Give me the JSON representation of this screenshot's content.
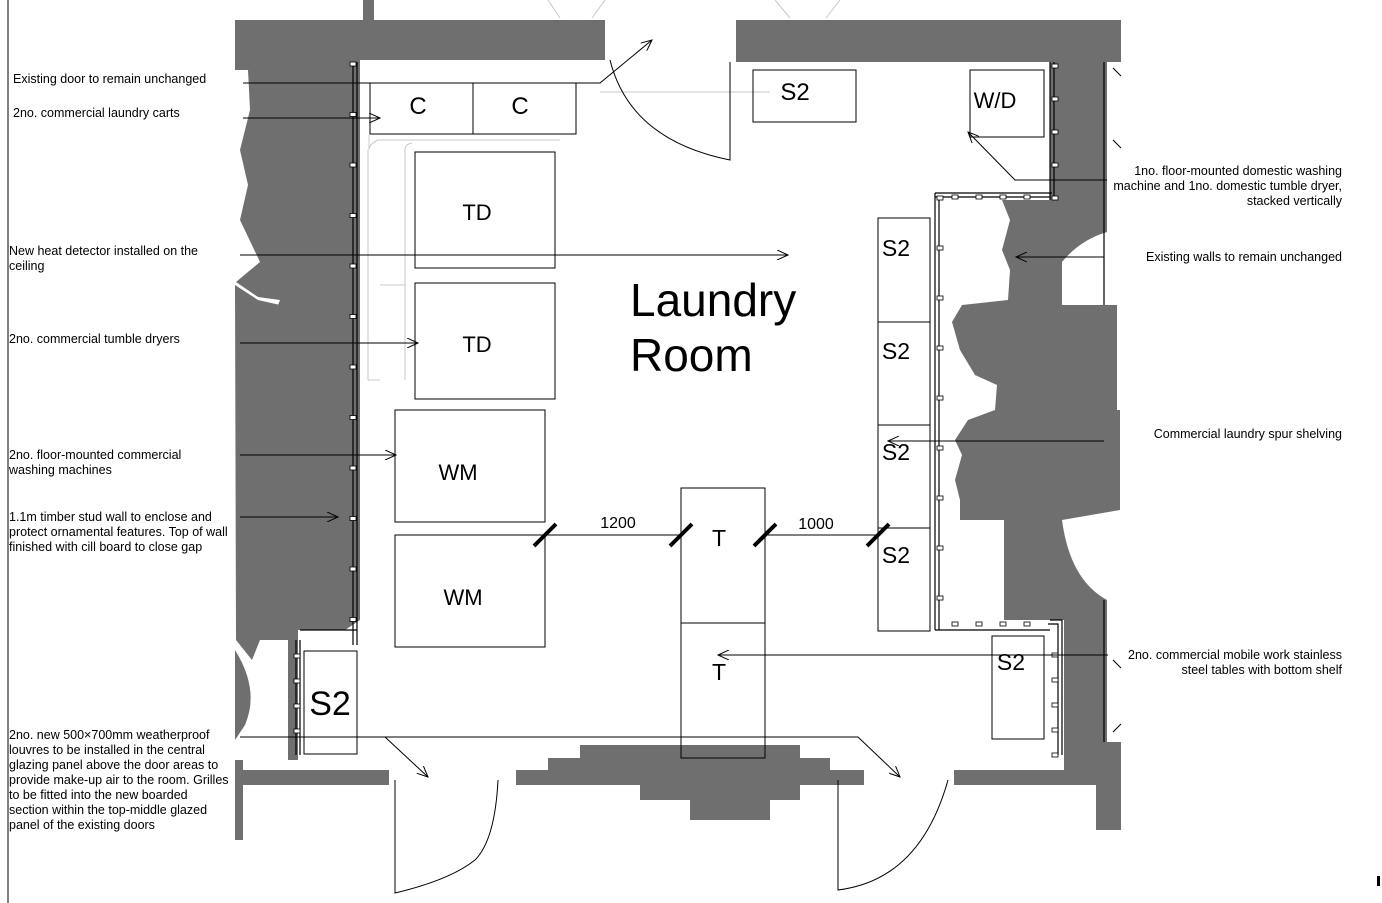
{
  "room_title": [
    "Laundry",
    "Room"
  ],
  "equipment": {
    "cart_1": "C",
    "cart_2": "C",
    "shelf_top": "S2",
    "stacked_washer_dryer": "W/D",
    "dryer_1": "TD",
    "dryer_2": "TD",
    "washer_1": "WM",
    "washer_2": "WM",
    "shelf_right_1": "S2",
    "shelf_right_2": "S2",
    "shelf_right_3": "S2",
    "shelf_right_4": "S2",
    "shelf_bottom_left": "S2",
    "shelf_bottom_right": "S2",
    "table_1": "T",
    "table_2": "T"
  },
  "dimensions": {
    "gap_left": "1200",
    "gap_right": "1000"
  },
  "annotations_left": {
    "existing_door": [
      "Existing door to remain unchanged"
    ],
    "laundry_carts": [
      "2no. commercial laundry carts"
    ],
    "heat_detector": [
      "New heat detector installed on the",
      "ceiling"
    ],
    "tumble_dryers": [
      "2no. commercial tumble dryers"
    ],
    "washing_machines": [
      "2no. floor-mounted commercial",
      "washing machines"
    ],
    "stud_wall": [
      "1.1m timber stud wall to enclose and",
      "protect ornamental features. Top of wall",
      "finished with cill board to close gap"
    ],
    "louvres": [
      "2no. new 500×700mm weatherproof",
      "louvres to be installed in the central",
      "glazing panel above the door areas to",
      "provide make-up air to the room. Grilles",
      "to be fitted into the new boarded",
      "section within the top-middle glazed",
      "panel of the existing doors"
    ]
  },
  "annotations_right": {
    "domestic_stack": [
      "1no. floor-mounted domestic washing",
      "machine and 1no. domestic tumble dryer,",
      "stacked vertically"
    ],
    "existing_walls": [
      "Existing walls to remain unchanged"
    ],
    "spur_shelving": [
      "Commercial laundry spur shelving"
    ],
    "work_tables": [
      "2no. commercial mobile work stainless",
      "steel tables with bottom shelf"
    ]
  },
  "colors": {
    "wall": "#6f6f6f",
    "line": "#000000",
    "faint": "#c8c8c8"
  }
}
